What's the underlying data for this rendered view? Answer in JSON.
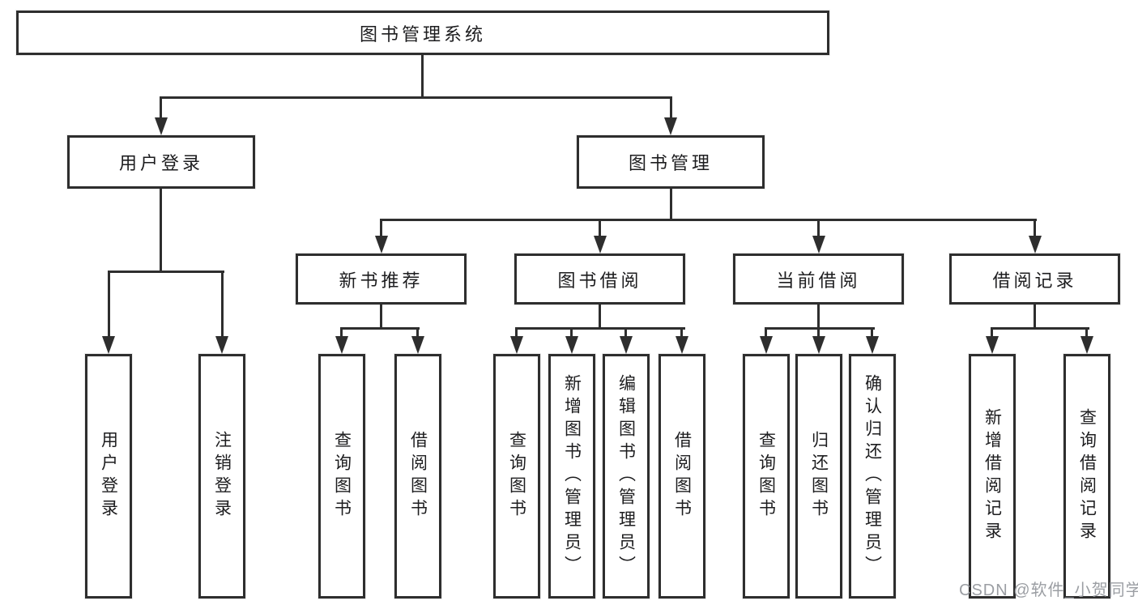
{
  "diagram_title": "图书管理系统",
  "nodes": {
    "root": "图书管理系统",
    "level2": [
      "用户登录",
      "图书管理"
    ],
    "level3": [
      "新书推荐",
      "图书借阅",
      "当前借阅",
      "借阅记录"
    ],
    "leaves_user_login": [
      "用户登录",
      "注销登录"
    ],
    "leaves_new_book": [
      "查询图书",
      "借阅图书"
    ],
    "leaves_book_borrow": [
      "查询图书",
      "新增图书（管理员）",
      "编辑图书（管理员）",
      "借阅图书"
    ],
    "leaves_current_borrow": [
      "查询图书",
      "归还图书",
      "确认归还（管理员）"
    ],
    "leaves_borrow_record": [
      "新增借阅记录",
      "查询借阅记录"
    ]
  },
  "watermark": "CSDN @软件_小贺同学",
  "colors": {
    "line": "#2e2e2e",
    "text": "#1d1d1f",
    "watermark": "#9b9ea3",
    "background": "#ffffff"
  }
}
